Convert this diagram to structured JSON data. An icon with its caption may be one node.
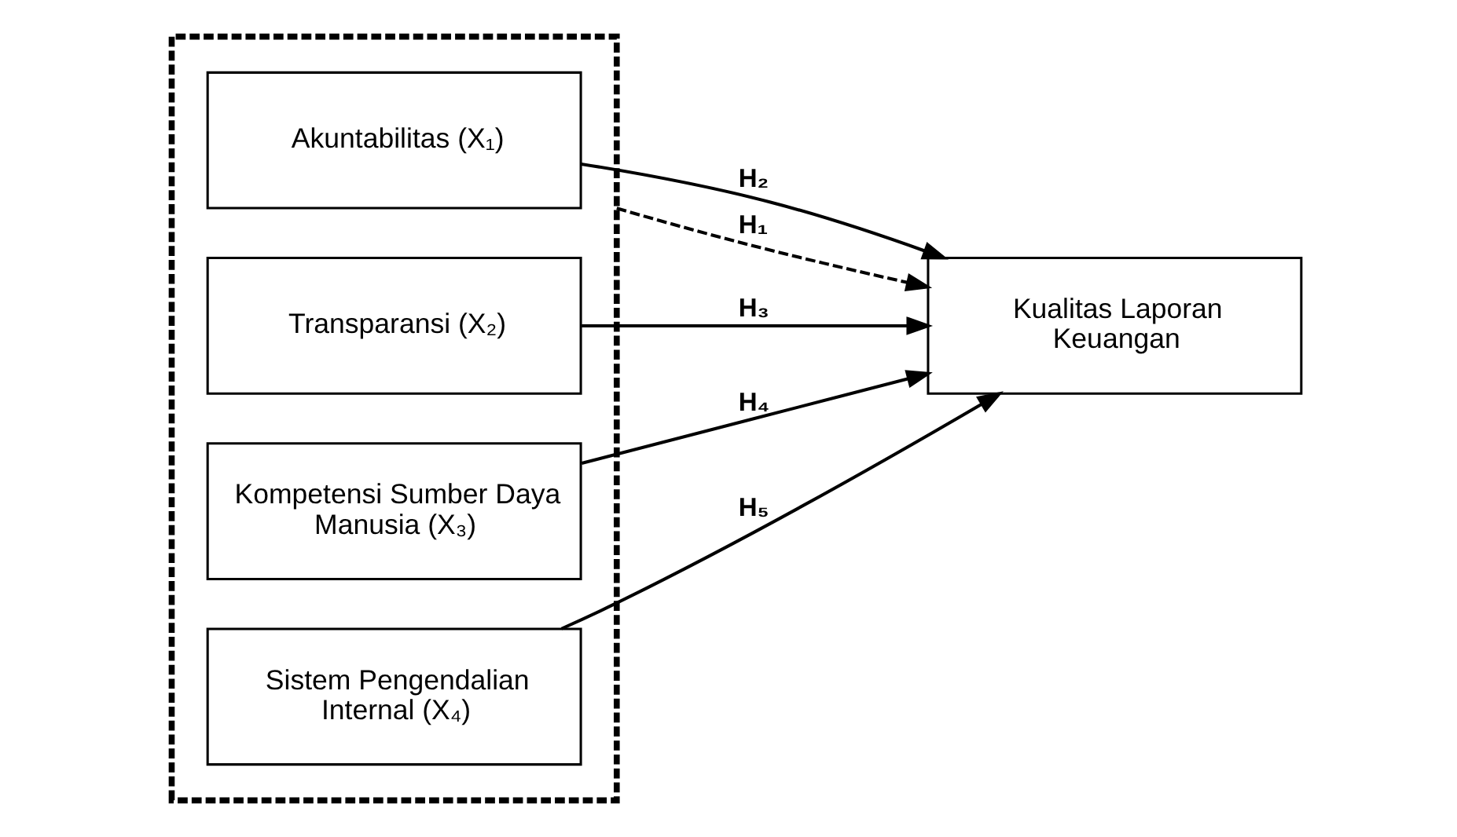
{
  "diagram": {
    "nodes": [
      {
        "text": [],
        "shape": "box"
      },
      {
        "text": [
          "Akuntabilitas (X₁)"
        ],
        "in": 0
      },
      {
        "text": [
          "Transparansi (X₂)"
        ],
        "in": 0
      },
      {
        "text": [
          "Kompetensi Sumber Daya Manusia (X₃)"
        ],
        "in": 0
      },
      {
        "text": [
          "Sistem Pengendalian Internal (X₄)"
        ],
        "in": 0
      },
      {
        "text": [
          "Kualitas Laporan Keuangan"
        ]
      }
    ],
    "edges": [
      {
        "from": 1,
        "to": 5,
        "arrow": "to",
        "label": "H₂"
      },
      {
        "from": 2,
        "to": 5,
        "arrow": "to",
        "label": "H₃"
      },
      {
        "from": 0,
        "to": 5,
        "arrow": "to",
        "label": "H₁",
        "style": "dashed"
      },
      {
        "from": 3,
        "to": 5,
        "arrow": "to",
        "label": "H₄"
      },
      {
        "from": 4,
        "to": 5,
        "arrow": "to",
        "label": "H₅"
      }
    ]
  }
}
